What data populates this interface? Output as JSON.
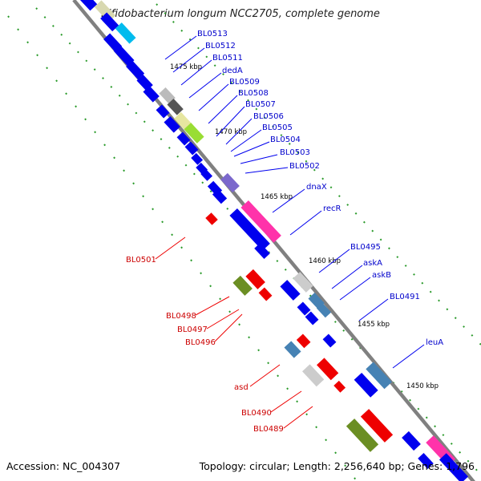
{
  "title": "Bifidobacterium longum NCC2705, complete genome",
  "accession": "Accession: NC_004307",
  "summary": "Topology: circular; Length: 2,256,640 bp; Genes: 1,796",
  "ticks": [
    "1475 kbp",
    "1470 kbp",
    "1465 kbp",
    "1460 kbp",
    "1455 kbp",
    "1450 kbp"
  ],
  "genes_right": [
    "BL0513",
    "BL0512",
    "BL0511",
    "dedA",
    "BL0509",
    "BL0508",
    "BL0507",
    "BL0506",
    "BL0505",
    "BL0504",
    "BL0503",
    "BL0502",
    "dnaX",
    "recR",
    "BL0495",
    "askA",
    "askB",
    "BL0491",
    "leuA"
  ],
  "genes_left": [
    "BL0501",
    "BL0498",
    "BL0497",
    "BL0496",
    "asd",
    "BL0490",
    "BL0489"
  ],
  "colors": {
    "forward": "#0000ee",
    "reverse": "#ee0000",
    "backbone": "#808080",
    "ticks": "#1a8f1a"
  }
}
